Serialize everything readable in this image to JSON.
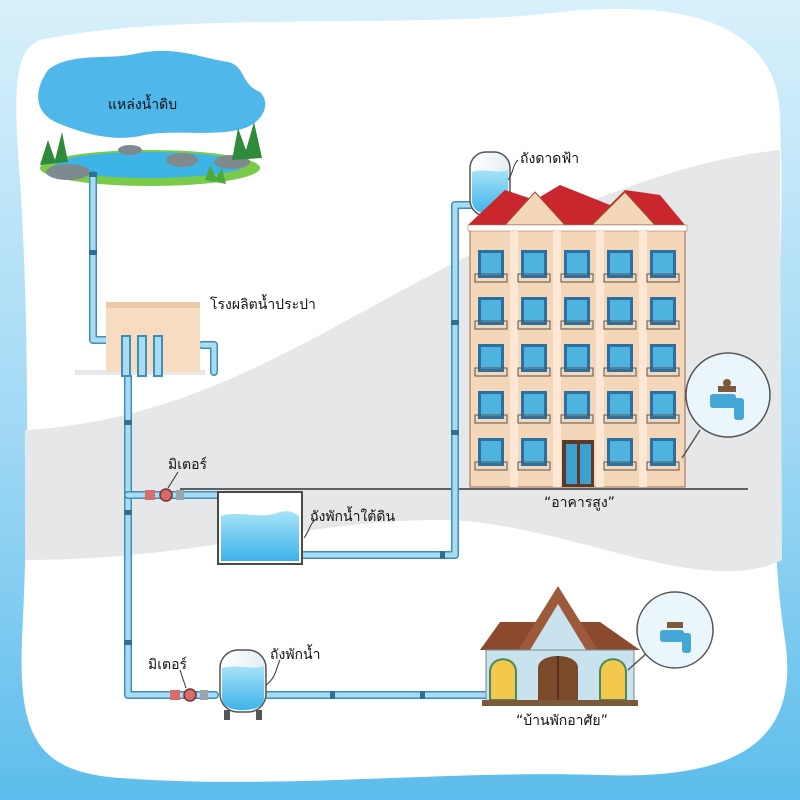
{
  "labels": {
    "source": "แหล่งน้ำดิบ",
    "plant": "โรงผลิตน้ำประปา",
    "rooftop_tank": "ถังดาดฟ้า",
    "meter_1": "มิเตอร์",
    "underground_tank": "ถังพักน้ำใต้ดิน",
    "tall_building": "“อาคารสูง”",
    "meter_2": "มิเตอร์",
    "storage_tank": "ถังพักน้ำ",
    "house": "“บ้านพักอาศัย”"
  },
  "colors": {
    "sky_blue": "#6fc3ee",
    "panel_white": "#ffffff",
    "ground_gray": "#e6e7e9",
    "pipe": "#9fd6ef",
    "pipe_edge": "#3f8fb6",
    "water": "#5cc4ef",
    "roof_red": "#c9262d",
    "building_wall": "#f4d6b8",
    "house_roof": "#8b4a2e",
    "house_wall": "#c9e3ee"
  }
}
